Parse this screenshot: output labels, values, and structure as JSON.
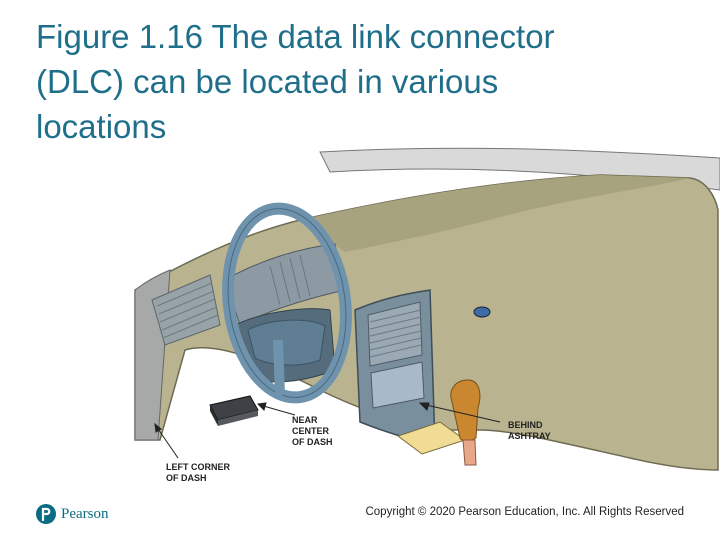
{
  "title": {
    "line1": "Figure 1.16 The data link connector",
    "line2": "(DLC) can be located in various",
    "line3": "locations"
  },
  "callouts": {
    "near_center": {
      "line1": "NEAR",
      "line2": "CENTER",
      "line3": "OF DASH"
    },
    "left_corner": {
      "line1": "LEFT CORNER",
      "line2": "OF DASH"
    },
    "behind_ashtray": {
      "line1": "BEHIND",
      "line2": "ASHTRAY"
    }
  },
  "footer": {
    "logo_text": "Pearson",
    "copyright": "Copyright © 2020 Pearson Education, Inc. All Rights Reserved"
  },
  "colors": {
    "title": "#1f6f8b",
    "dash": "#b9b48f",
    "console": "#7a8f9d",
    "wheel": "#6f93ad",
    "connector": "#3e4145",
    "ashtray": "#f1dc96",
    "shifter": "#c9872f",
    "brand": "#0b6b83"
  },
  "icons": {
    "logo": "pearson-p-icon"
  }
}
